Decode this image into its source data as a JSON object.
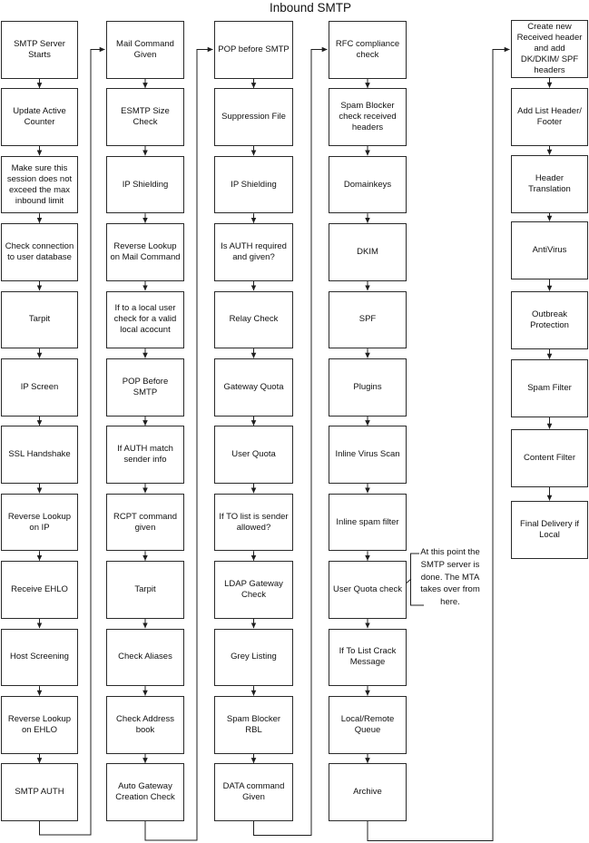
{
  "title": "Inbound SMTP",
  "colors": {
    "background": "#ffffff",
    "box_fill": "#ffffff",
    "box_border": "#2a2a2a",
    "line": "#1f1f1f",
    "text": "#111111"
  },
  "columns": [
    {
      "name": "column-1",
      "boxes": [
        "SMTP Server Starts",
        "Update Active Counter",
        "Make sure this session does not exceed the max inbound limit",
        "Check connection to user database",
        "Tarpit",
        "IP Screen",
        "SSL Handshake",
        "Reverse Lookup on IP",
        "Receive EHLO",
        "Host Screening",
        "Reverse Lookup on EHLO",
        "SMTP AUTH"
      ]
    },
    {
      "name": "column-2",
      "boxes": [
        "Mail Command Given",
        "ESMTP Size Check",
        "IP Shielding",
        "Reverse Lookup on Mail Command",
        "If to a local user check for a valid local acocunt",
        "POP Before SMTP",
        "If AUTH match sender info",
        "RCPT command given",
        "Tarpit",
        "Check Aliases",
        "Check Address book",
        "Auto Gateway Creation Check"
      ]
    },
    {
      "name": "column-3",
      "boxes": [
        "POP before SMTP",
        "Suppression File",
        "IP Shielding",
        "Is AUTH required and given?",
        "Relay Check",
        "Gateway Quota",
        "User Quota",
        "If TO list is sender allowed?",
        "LDAP Gateway Check",
        "Grey Listing",
        "Spam Blocker RBL",
        "DATA command Given"
      ]
    },
    {
      "name": "column-4",
      "boxes": [
        "RFC compliance check",
        "Spam Blocker check received headers",
        "Domainkeys",
        "DKIM",
        "SPF",
        "Plugins",
        "Inline Virus Scan",
        "Inline spam filter",
        "User Quota check",
        "If To List Crack Message",
        "Local/Remote Queue",
        "Archive"
      ]
    },
    {
      "name": "column-5",
      "boxes": [
        "Create new Received header and add DK/DKIM/ SPF headers",
        "Add List Header/ Footer",
        "Header Translation",
        "AntiVirus",
        "Outbreak Protection",
        "Spam Filter",
        "Content Filter",
        "Final Delivery if Local"
      ]
    }
  ],
  "annotation": {
    "lines": [
      "At this point the",
      "SMTP server is",
      "done.  The MTA",
      "takes over from",
      "here."
    ]
  }
}
